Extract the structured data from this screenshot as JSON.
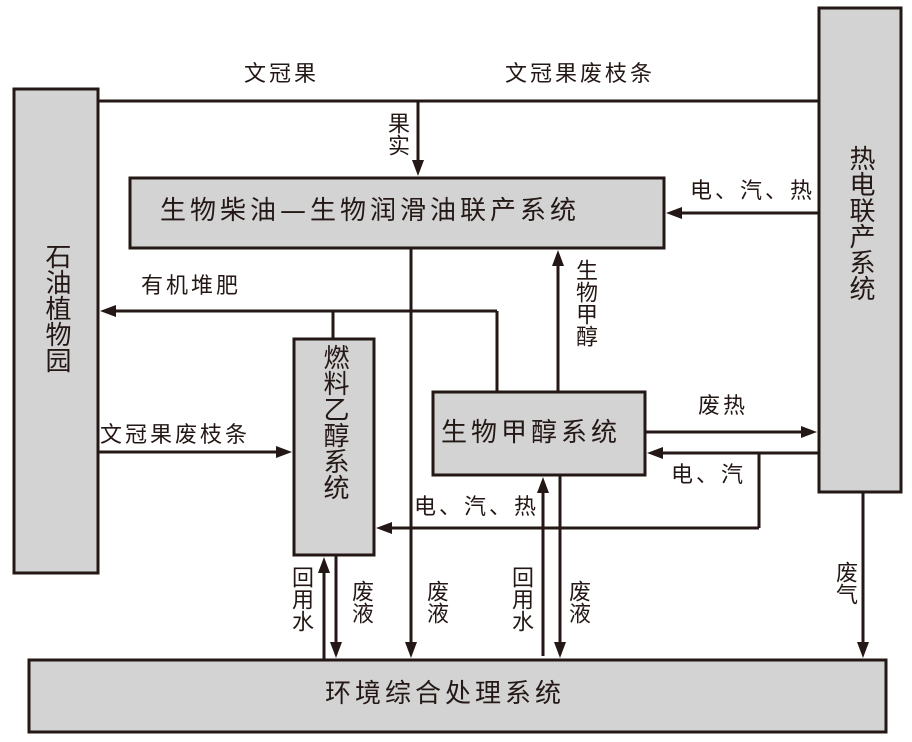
{
  "nodes": {
    "plantation": "石油植物园",
    "biodiesel": "生物柴油—生物润滑油联产系统",
    "chp": "热电联产系统",
    "ethanol": "燃料乙醇系统",
    "methanol": "生物甲醇系统",
    "environment": "环境综合处理系统"
  },
  "flows": {
    "fruit_top": "文冠果",
    "branches_top": "文冠果废枝条",
    "fruit_kernel": "果实",
    "chp_to_biodiesel": "电、汽、热",
    "compost": "有机堆肥",
    "branches_to_ethanol": "文冠果废枝条",
    "biomethanol": "生物甲醇",
    "waste_heat": "废热",
    "chp_to_methanol": "电、汽",
    "chp_to_ethanol": "电、汽、热",
    "reuse_water_ethanol": "回用水",
    "waste_liquid_ethanol": "废液",
    "waste_liquid_biodiesel": "废液",
    "reuse_water_methanol": "回用水",
    "waste_liquid_methanol": "废液",
    "waste_gas": "废气"
  },
  "colors": {
    "box_fill": "#d3d3d3",
    "stroke": "#231815",
    "background": "#ffffff"
  }
}
